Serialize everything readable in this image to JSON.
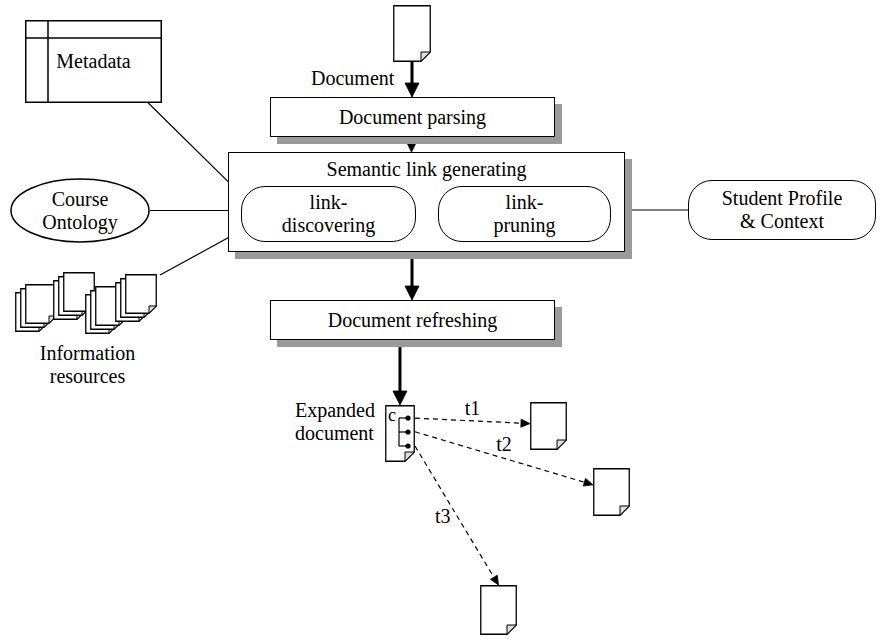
{
  "diagram": {
    "nodes": [
      {
        "text": [
          "Document"
        ]
      },
      {
        "text": [
          "Document parsing"
        ]
      },
      {
        "text": [
          "Semantic link generating"
        ]
      },
      {
        "text": [
          "link-discovering"
        ],
        "in": 2
      },
      {
        "text": [
          "link-pruning"
        ],
        "in": 2
      },
      {
        "text": [
          "Metadata"
        ]
      },
      {
        "text": [
          "Course Ontology"
        ]
      },
      {
        "text": [
          "Information resources"
        ]
      },
      {
        "text": [
          "Student Profile & Context"
        ]
      },
      {
        "text": [
          "Document refreshing"
        ]
      },
      {
        "text": [
          "Expanded document",
          "c"
        ]
      },
      {
        "text": []
      },
      {
        "text": []
      },
      {
        "text": []
      }
    ],
    "edges": [
      {
        "from": 0,
        "to": 1,
        "arrow": "to"
      },
      {
        "from": 1,
        "to": 2,
        "arrow": "to"
      },
      {
        "from": 5,
        "to": 3,
        "arrow": "to"
      },
      {
        "from": 6,
        "to": 3,
        "arrow": "to"
      },
      {
        "from": 7,
        "to": 3,
        "arrow": "to"
      },
      {
        "from": 8,
        "to": 4,
        "arrow": "to"
      },
      {
        "from": 2,
        "to": 9,
        "arrow": "to"
      },
      {
        "from": 9,
        "to": 10,
        "arrow": "to"
      },
      {
        "from": 10,
        "to": 11,
        "label": "t1",
        "arrow": "to"
      },
      {
        "from": 10,
        "to": 12,
        "label": "t2",
        "arrow": "to"
      },
      {
        "from": 10,
        "to": 13,
        "label": "t3",
        "arrow": "to"
      }
    ]
  }
}
